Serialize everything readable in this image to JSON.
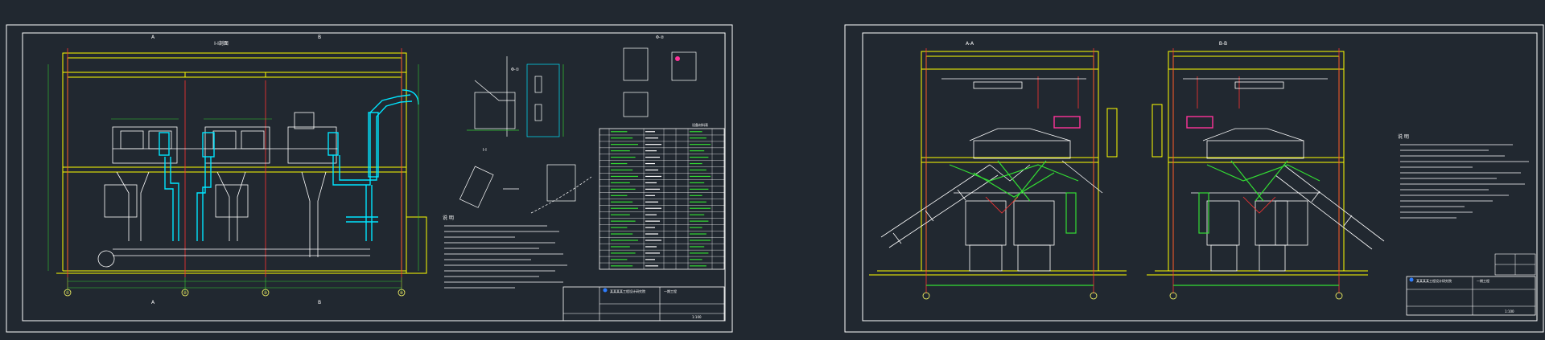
{
  "colors": {
    "background": "#212830",
    "frame": "#ffffff",
    "structure": "#ffff00",
    "equipment": "#ffffff",
    "ducts": "#00e5ff",
    "axes": "#ff3333",
    "dimensions": "#33cc33",
    "highlight": "#ff3399"
  },
  "sheet_left": {
    "section_title": "I-I剖面",
    "axis_labels": [
      "①",
      "②",
      "③",
      "④"
    ],
    "marker_a": "A",
    "marker_b": "B",
    "detail_titles": [
      "Φ-①",
      "Φ-②",
      "Ⅰ-Ⅰ"
    ],
    "notes_title": "说 明",
    "table_header": "设备材料表",
    "title_block_company": "某某某某工程设计研究院",
    "title_block_drawing": "一期工程",
    "drawing_number": "1:100"
  },
  "sheet_right": {
    "section_title_left": "A-A",
    "section_title_right": "B-B",
    "notes_title": "说 明",
    "title_block_company": "某某某某工程设计研究院",
    "title_block_drawing": "一期工程",
    "drawing_number": "1:100"
  }
}
